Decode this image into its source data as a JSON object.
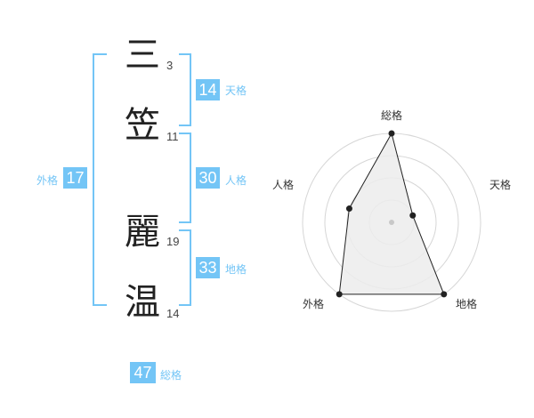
{
  "colors": {
    "accent": "#73c5f6",
    "grid": "#d6d6d6",
    "fill": "#ececec",
    "line": "#222222"
  },
  "name": {
    "chars": [
      {
        "char": "三",
        "strokes": "3"
      },
      {
        "char": "笠",
        "strokes": "11"
      },
      {
        "char": "麗",
        "strokes": "19"
      },
      {
        "char": "温",
        "strokes": "14"
      }
    ]
  },
  "fortune": {
    "tenkaku": {
      "value": "14",
      "label": "天格"
    },
    "jinkaku": {
      "value": "30",
      "label": "人格"
    },
    "chikaku": {
      "value": "33",
      "label": "地格"
    },
    "gaikaku": {
      "value": "17",
      "label": "外格"
    },
    "soukaku": {
      "value": "47",
      "label": "総格"
    }
  },
  "chart_data": {
    "type": "radar",
    "axes": [
      "総格",
      "天格",
      "地格",
      "外格",
      "人格"
    ],
    "values": [
      4,
      1,
      4,
      4,
      2
    ],
    "range": [
      0,
      4
    ],
    "rings": 4
  }
}
